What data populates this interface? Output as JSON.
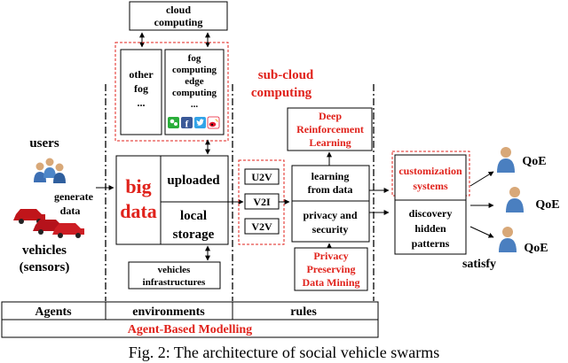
{
  "diagram": {
    "cloud": [
      "cloud",
      "computing"
    ],
    "other_fog": [
      "other",
      "fog",
      "..."
    ],
    "fog_edge": [
      "fog",
      "computing",
      "edge",
      "computing",
      "..."
    ],
    "sub_cloud": [
      "sub-cloud",
      "computing"
    ],
    "users": "users",
    "generate_data": [
      "generate",
      "data"
    ],
    "vehicles": [
      "vehicles",
      "(sensors)"
    ],
    "big_data": [
      "big",
      "data"
    ],
    "uploaded": "uploaded",
    "local_storage": [
      "local",
      "storage"
    ],
    "vehicles_infra": [
      "vehicles",
      "infrastructures"
    ],
    "v2x": [
      "U2V",
      "V2I",
      "V2V"
    ],
    "drl": [
      "Deep",
      "Reinforcement",
      "Learning"
    ],
    "learning": [
      "learning",
      "from data"
    ],
    "privacy": [
      "privacy and",
      "security"
    ],
    "ppdm": [
      "Privacy",
      "Preserving",
      "Data Mining"
    ],
    "customization": [
      "customization",
      "systems"
    ],
    "discovery": [
      "discovery",
      "hidden",
      "patterns"
    ],
    "qoe": [
      "QoE",
      "QoE",
      "QoE"
    ],
    "satisfy": "satisfy",
    "bottom": [
      "Agents",
      "environments",
      "rules"
    ],
    "abm": "Agent-Based Modelling",
    "caption": "Fig. 2: The architecture of social vehicle swarms",
    "accent_color": "#e0221b",
    "social_icons": [
      "wechat-icon",
      "facebook-icon",
      "twitter-icon",
      "weibo-icon"
    ]
  }
}
